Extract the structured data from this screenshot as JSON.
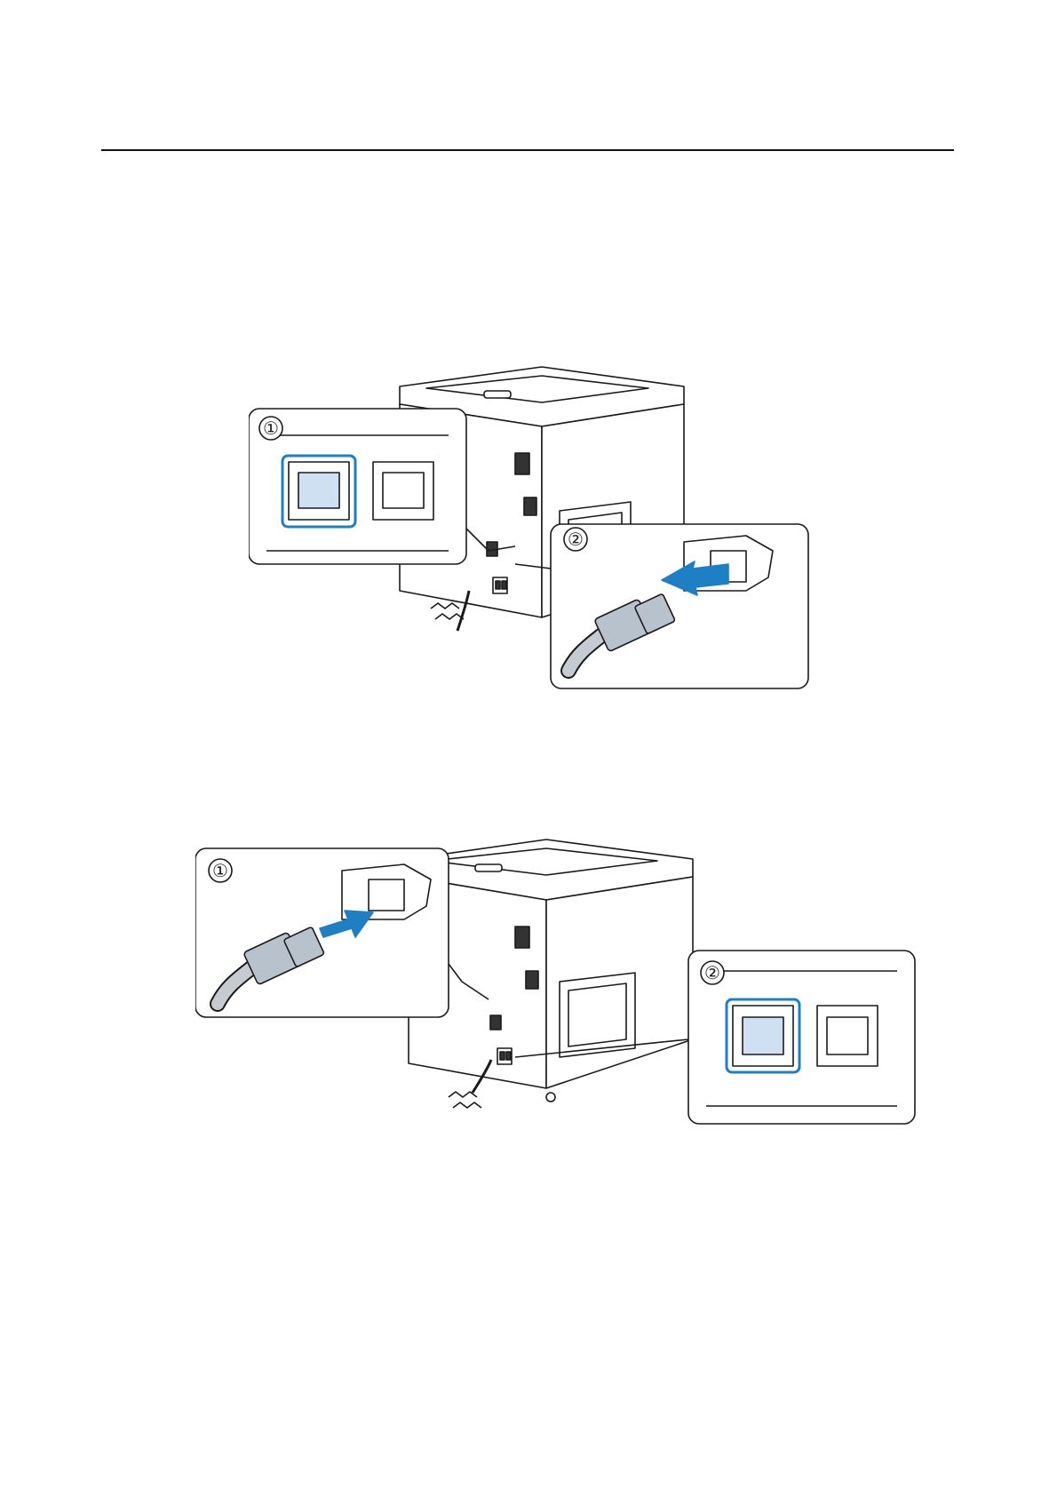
{
  "figures": [
    {
      "id": "remove-power-cord",
      "callouts": [
        "①",
        "②"
      ],
      "arrow_direction": "out",
      "accent_color": "#1f7fc4",
      "highlight_fill": "#cfe0f3"
    },
    {
      "id": "connect-power-cord",
      "callouts": [
        "①",
        "②"
      ],
      "arrow_direction": "in",
      "accent_color": "#1f7fc4",
      "highlight_fill": "#cfe0f3"
    }
  ],
  "colors": {
    "line": "#1a1a1a",
    "panel_bg": "#ffffff",
    "plug_fill": "#b8c2cc",
    "cable_fill": "#c4cbd2"
  }
}
